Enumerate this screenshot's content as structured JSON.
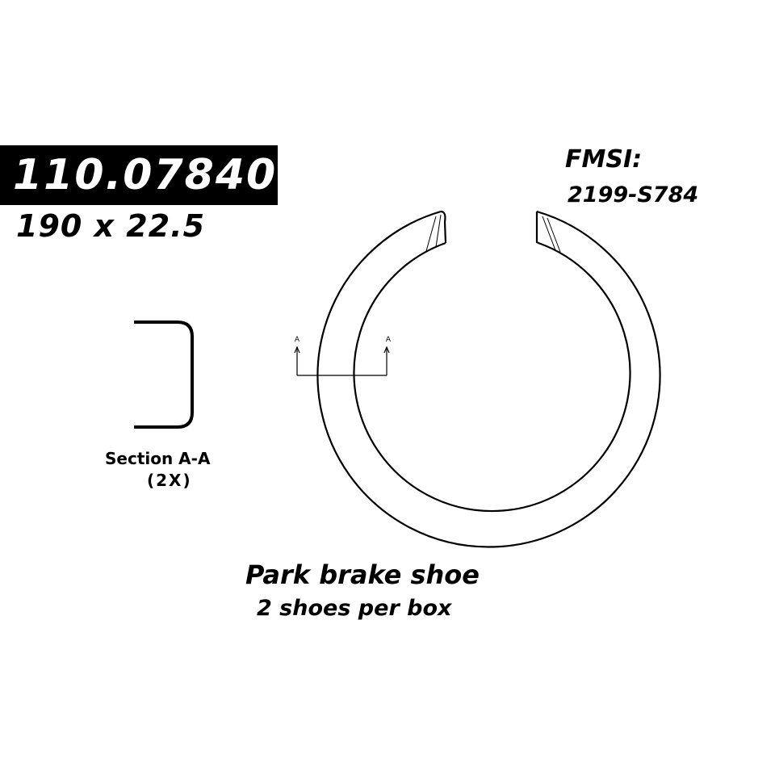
{
  "header": {
    "part_number": "110.07840",
    "dimensions": "190 x 22.5"
  },
  "fmsi": {
    "label": "FMSI:",
    "code": "2199-S784"
  },
  "section": {
    "label": "Section A-A",
    "count": "(2X)",
    "marker_left": "A",
    "marker_right": "A"
  },
  "product": {
    "title": "Park brake shoe",
    "note": "2 shoes per box"
  }
}
